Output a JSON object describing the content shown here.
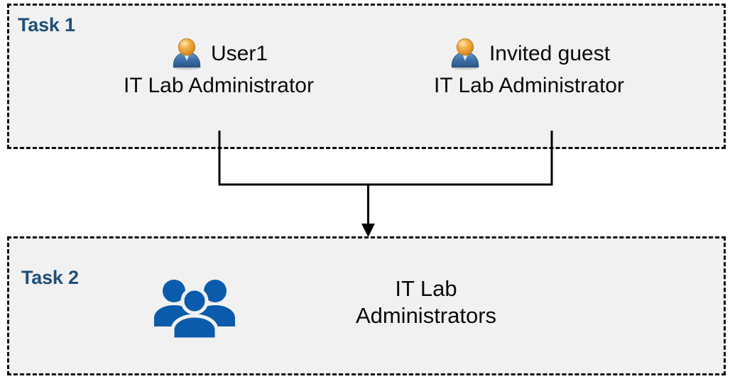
{
  "diagram": {
    "title": "Task 1 and Task 2 group assignment diagram",
    "background_color": "#FFFFFF",
    "box_fill_color": "#F1F1F1",
    "box_border_color": "#0D0D0D",
    "task_label_color": "#1F4E79",
    "body_text_color": "#0A0A0A",
    "group_icon_color": "#0A5BAB",
    "user_icon_head_color": "#E8A33D",
    "user_icon_body_color": "#3A6FA5",
    "connector_color": "#000000"
  },
  "task1": {
    "label": "Task 1",
    "people": [
      {
        "icon": "user-icon",
        "name": "User1",
        "role": "IT Lab Administrator"
      },
      {
        "icon": "user-icon",
        "name": "Invited guest",
        "role": "IT Lab Administrator"
      }
    ]
  },
  "task2": {
    "label": "Task 2",
    "group": {
      "icon": "group-of-people-icon",
      "name_line1": "IT Lab",
      "name_line2": "Administrators"
    }
  },
  "connector": {
    "type": "merge-arrow",
    "from": [
      "User1",
      "Invited guest"
    ],
    "to": "IT Lab Administrators",
    "arrow_direction": "down"
  }
}
